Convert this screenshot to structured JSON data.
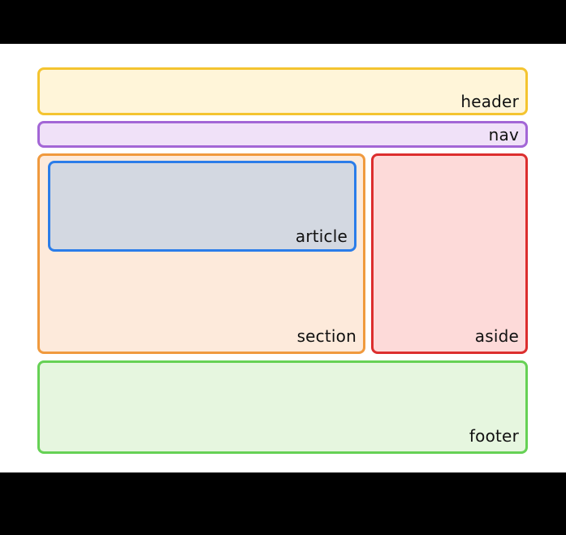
{
  "diagram": {
    "elements": [
      {
        "id": "header",
        "label": "header",
        "fill": "#fff5d9",
        "stroke": "#f4c430"
      },
      {
        "id": "nav",
        "label": "nav",
        "fill": "#f0e1f8",
        "stroke": "#a366d6"
      },
      {
        "id": "section",
        "label": "section",
        "fill": "#fdeadb",
        "stroke": "#f09a3e"
      },
      {
        "id": "article",
        "label": "article",
        "fill": "#d3d8e1",
        "stroke": "#2b7de9"
      },
      {
        "id": "aside",
        "label": "aside",
        "fill": "#fddad9",
        "stroke": "#dc2e2e"
      },
      {
        "id": "footer",
        "label": "footer",
        "fill": "#e6f6df",
        "stroke": "#66d155"
      }
    ],
    "labels": {
      "header": "header",
      "nav": "nav",
      "section": "section",
      "article": "article",
      "aside": "aside",
      "footer": "footer"
    }
  }
}
